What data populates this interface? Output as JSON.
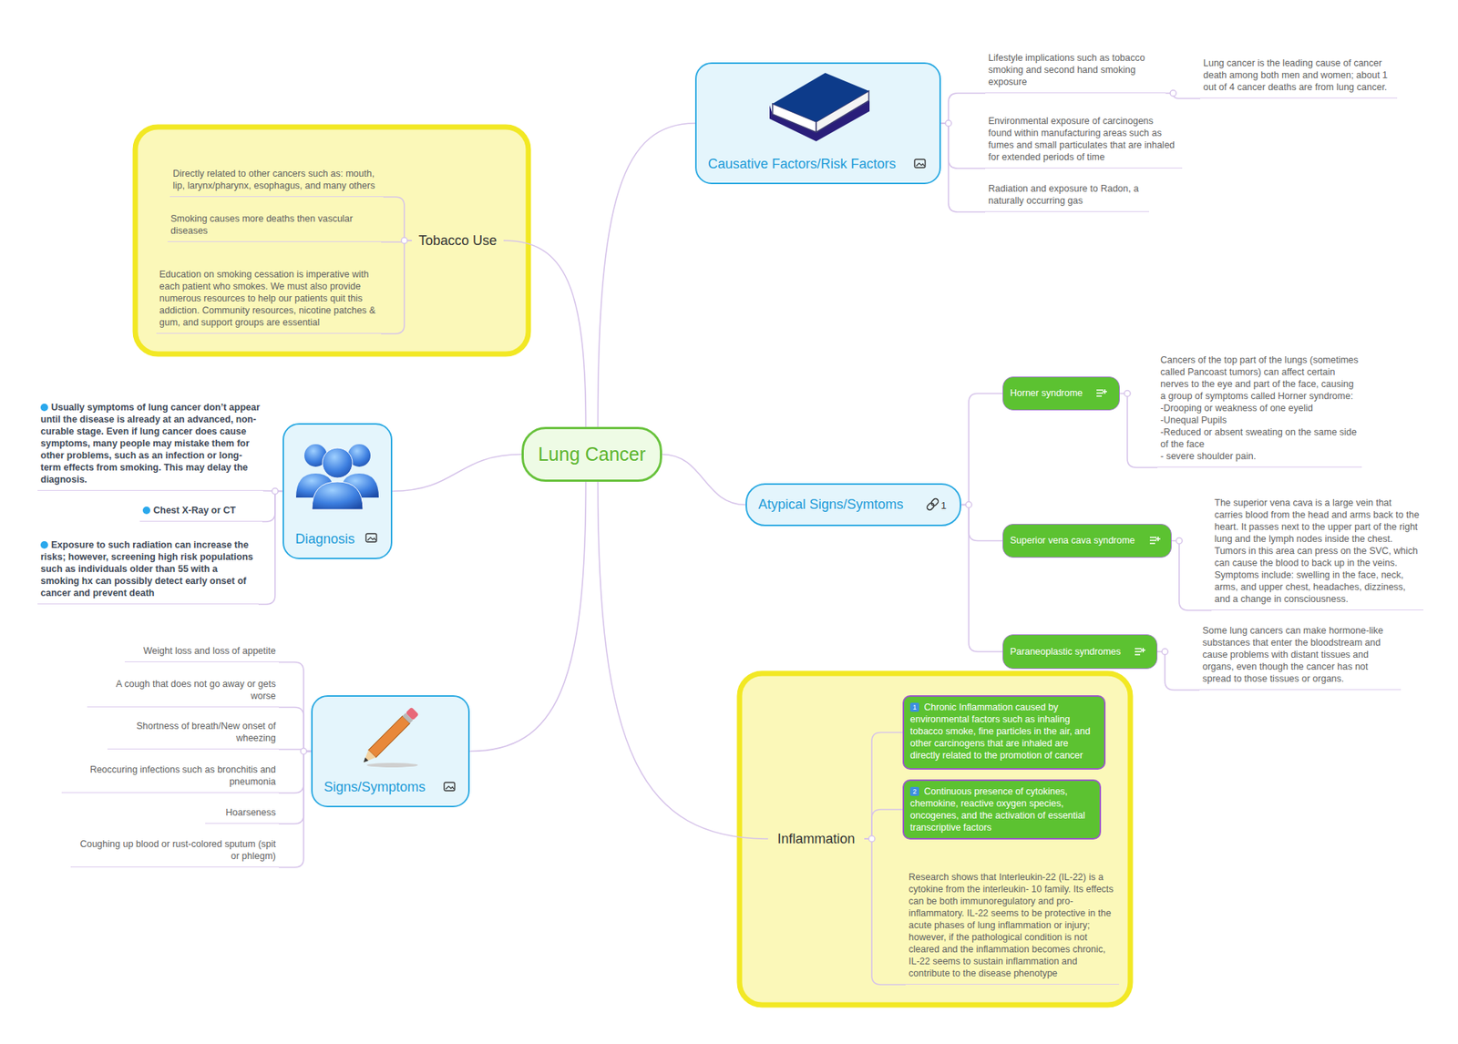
{
  "diagram": {
    "nodes": [
      {
        "text": [
          "Lung Cancer"
        ]
      },
      {
        "text": [
          "Causative Factors/Risk Factors"
        ]
      },
      {
        "text": [
          "Lifestyle implications such as tobacco smoking and second hand smoking exposure"
        ]
      },
      {
        "text": [
          "Lung cancer is the leading cause of cancer death among both men and women; about 1 out of 4 cancer deaths are from lung cancer."
        ]
      },
      {
        "text": [
          "Environmental exposure of carcinogens found within manufacturing areas such as fumes and small particulates that are inhaled for extended periods of time"
        ]
      },
      {
        "text": [
          "Radiation and exposure to Radon, a naturally occurring gas"
        ]
      },
      {
        "text": [
          "Tobacco Use"
        ]
      },
      {
        "text": [
          "Directly related to other cancers such as: mouth, lip, larynx/pharynx, esophagus, and many others"
        ]
      },
      {
        "text": [
          "Smoking causes more deaths then vascular diseases"
        ]
      },
      {
        "text": [
          "Education on smoking cessation is imperative with each patient who smokes. We must also provide numerous resources to help our patients quit this addiction. Community resources, nicotine patches & gum, and support groups are essential"
        ]
      },
      {
        "text": [
          "Diagnosis"
        ]
      },
      {
        "text": [
          "Usually symptoms of lung cancer don’t appear until the disease is already at an advanced, non-curable stage. Even if lung cancer does cause symptoms, many people may mistake them for other problems, such as an infection or long-term effects from smoking. This may delay the diagnosis."
        ]
      },
      {
        "text": [
          "Chest X-Ray or CT"
        ]
      },
      {
        "text": [
          "Exposure to such radiation can increase the risks; however, screening high risk populations such as individuals older than 55 with a smoking hx can possibly detect early onset of cancer and prevent death"
        ]
      },
      {
        "text": [
          "Signs/Symptoms"
        ]
      },
      {
        "text": [
          "Weight loss and loss of appetite"
        ]
      },
      {
        "text": [
          "A cough that does not go away or gets worse"
        ]
      },
      {
        "text": [
          "Shortness of breath/New onset of wheezing"
        ]
      },
      {
        "text": [
          "Reoccuring infections such as bronchitis and pneumonia"
        ]
      },
      {
        "text": [
          "Hoarseness"
        ]
      },
      {
        "text": [
          "Coughing up blood or rust-colored sputum (spit or phlegm)"
        ]
      },
      {
        "text": [
          "Atypical Signs/Symtoms",
          "1"
        ]
      },
      {
        "text": [
          "Horner syndrome"
        ]
      },
      {
        "text": [
          "Cancers of the top part of the lungs (sometimes called Pancoast tumors) can affect certain nerves to the eye and part of the face, causing a group of symptoms called Horner syndrome:",
          "-Drooping or weakness of one eyelid",
          "-Unequal Pupils",
          "-Reduced or absent sweating on the same side of the face",
          "- severe shoulder pain."
        ]
      },
      {
        "text": [
          "Superior vena cava syndrome"
        ]
      },
      {
        "text": [
          "The superior vena cava is a large vein that carries blood from the head and arms back to the heart. It passes next to the upper part of the right lung and the lymph nodes inside the chest. Tumors in this area can press on the SVC, which can cause the blood to back up in the veins. Symptoms include: swelling in the face, neck, arms, and upper chest, headaches, dizziness, and a change in consciousness."
        ]
      },
      {
        "text": [
          "Paraneoplastic syndromes"
        ]
      },
      {
        "text": [
          "Some lung cancers can make hormone-like substances that enter the bloodstream and cause problems with distant tissues and organs, even though the cancer has not spread to those tissues or organs."
        ]
      },
      {
        "text": [
          "Inflammation"
        ]
      },
      {
        "text": [
          "1",
          "Chronic Inflammation caused by environmental factors such as inhaling tobacco smoke, fine particles in the air, and other carcinogens that are inhaled are directly related to the promotion of cancer"
        ]
      },
      {
        "text": [
          "2",
          "Continuous presence of cytokines, chemokine, reactive oxygen species, oncogenes, and the activation of essential transcriptive factors"
        ]
      },
      {
        "text": [
          "Research shows that Interleukin-22 (IL-22) is a cytokine from the interleukin- 10 family. Its effects can be both immunoregulatory and pro-inflammatory. IL-22 seems to be protective in the acute phases of lung inflammation or injury; however, if the pathological condition is not cleared and the inflammation becomes chronic, IL-22 seems to sustain inflammation and contribute to the disease phenotype"
        ]
      }
    ],
    "edges": [
      {
        "from": 0,
        "to": 1,
        "arrow": "none"
      },
      {
        "from": 1,
        "to": 2,
        "arrow": "none"
      },
      {
        "from": 2,
        "to": 3,
        "arrow": "none"
      },
      {
        "from": 1,
        "to": 4,
        "arrow": "none"
      },
      {
        "from": 1,
        "to": 5,
        "arrow": "none"
      },
      {
        "from": 0,
        "to": 6,
        "arrow": "none"
      },
      {
        "from": 6,
        "to": 7,
        "arrow": "none"
      },
      {
        "from": 6,
        "to": 8,
        "arrow": "none"
      },
      {
        "from": 6,
        "to": 9,
        "arrow": "none"
      },
      {
        "from": 0,
        "to": 10,
        "arrow": "none"
      },
      {
        "from": 10,
        "to": 11,
        "arrow": "none"
      },
      {
        "from": 10,
        "to": 12,
        "arrow": "none"
      },
      {
        "from": 10,
        "to": 13,
        "arrow": "none"
      },
      {
        "from": 0,
        "to": 14,
        "arrow": "none"
      },
      {
        "from": 14,
        "to": 15,
        "arrow": "none"
      },
      {
        "from": 14,
        "to": 16,
        "arrow": "none"
      },
      {
        "from": 14,
        "to": 17,
        "arrow": "none"
      },
      {
        "from": 14,
        "to": 18,
        "arrow": "none"
      },
      {
        "from": 14,
        "to": 19,
        "arrow": "none"
      },
      {
        "from": 14,
        "to": 20,
        "arrow": "none"
      },
      {
        "from": 0,
        "to": 21,
        "arrow": "none"
      },
      {
        "from": 21,
        "to": 22,
        "arrow": "none"
      },
      {
        "from": 22,
        "to": 23,
        "arrow": "none"
      },
      {
        "from": 21,
        "to": 24,
        "arrow": "none"
      },
      {
        "from": 24,
        "to": 25,
        "arrow": "none"
      },
      {
        "from": 21,
        "to": 26,
        "arrow": "none"
      },
      {
        "from": 26,
        "to": 27,
        "arrow": "none"
      },
      {
        "from": 0,
        "to": 28,
        "arrow": "none"
      },
      {
        "from": 28,
        "to": 29,
        "arrow": "none"
      },
      {
        "from": 28,
        "to": 30,
        "arrow": "none"
      },
      {
        "from": 28,
        "to": 31,
        "arrow": "none"
      }
    ]
  }
}
